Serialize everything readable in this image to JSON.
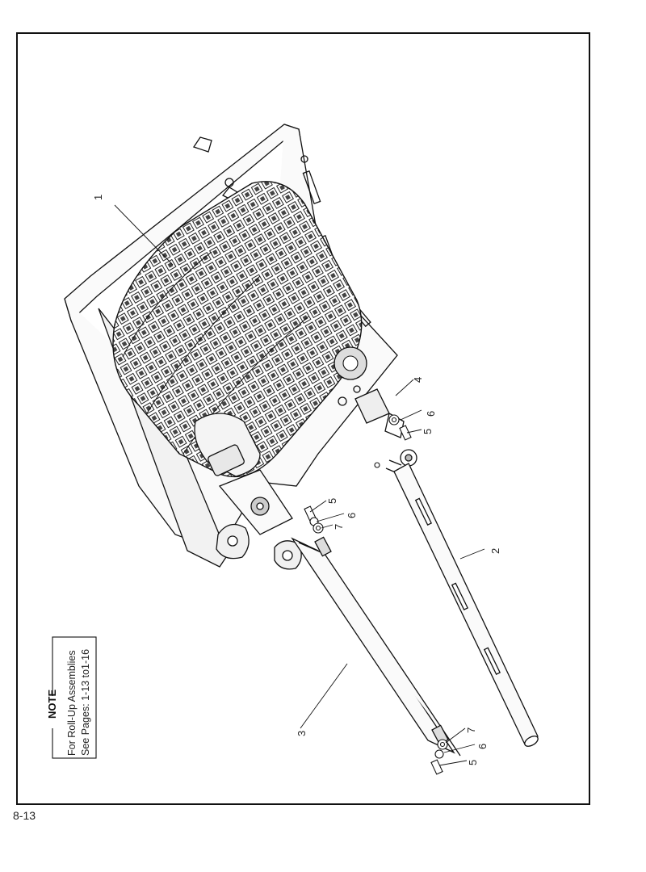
{
  "note": {
    "title": "NOTE",
    "lines": [
      "For Roll-Up Assemblies",
      "See Pages: 1-13 to1-16"
    ]
  },
  "callouts": {
    "c1": "1",
    "c2": "2",
    "c3": "3",
    "c4": "4",
    "c5a": "5",
    "c5b": "5",
    "c5c": "5",
    "c6a": "6",
    "c6b": "6",
    "c6c": "6",
    "c7a": "7",
    "c7b": "7"
  },
  "page_number": "8-13"
}
